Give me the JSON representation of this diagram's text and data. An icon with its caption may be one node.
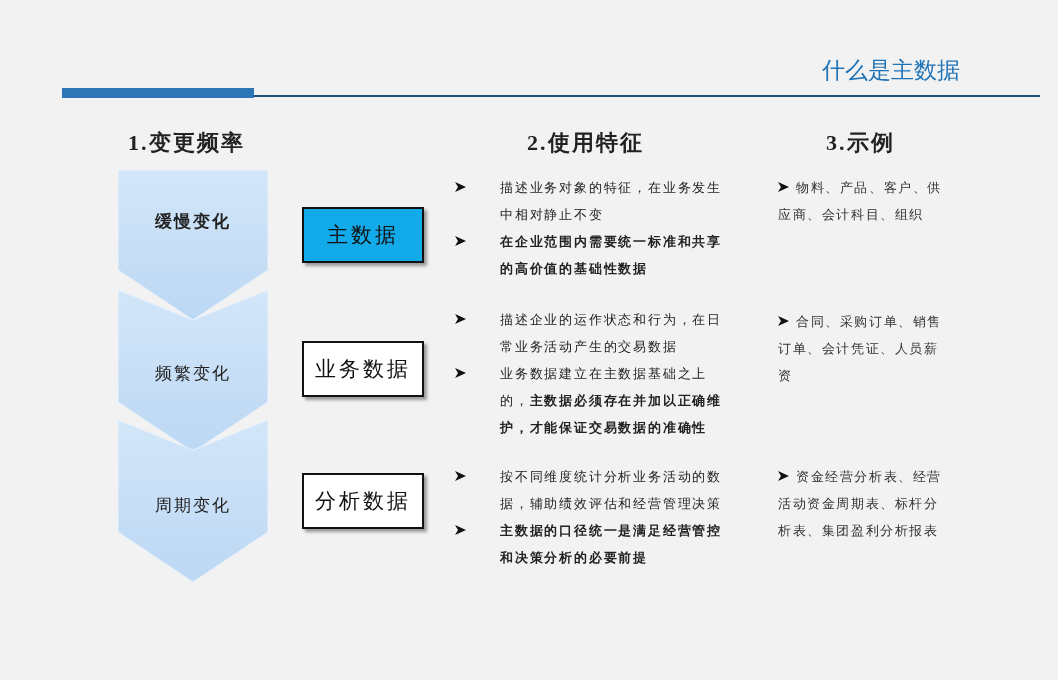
{
  "diagram": {
    "title": "什么是主数据",
    "nodes": [
      {
        "text": [
          "缓慢变化"
        ]
      },
      {
        "text": [
          "主数据"
        ]
      },
      {
        "text": [
          "频繁变化"
        ]
      },
      {
        "text": [
          "业务数据"
        ]
      },
      {
        "text": [
          "周期变化"
        ]
      },
      {
        "text": [
          "分析数据"
        ]
      }
    ],
    "edges": [],
    "labels": [
      "1.变更频率",
      "2.使用特征",
      "3.示例",
      "描述业务对象的特征，在业务发生中相对静止不变",
      "在企业范围内需要统一标准和共享的高价值的基础性数据",
      "物料、产品、客户、供应商、会计科目、组织",
      "描述企业的运作状态和行为，在日常业务活动产生的交易数据",
      "业务数据建立在主数据基础之上的，**主数据必须存在并加以正确维护，才能保证交易数据的准确性**",
      "合同、采购订单、销售订单、会计凭证、人员薪资",
      "按不同维度统计分析业务活动的数据，辅助绩效评估和经营管理决策",
      "主数据的口径统一是满足经营管控和决策分析的必要前提",
      "资金经营分析表、经营活动资金周期表、标杆分析表、集团盈利分析报表"
    ]
  }
}
